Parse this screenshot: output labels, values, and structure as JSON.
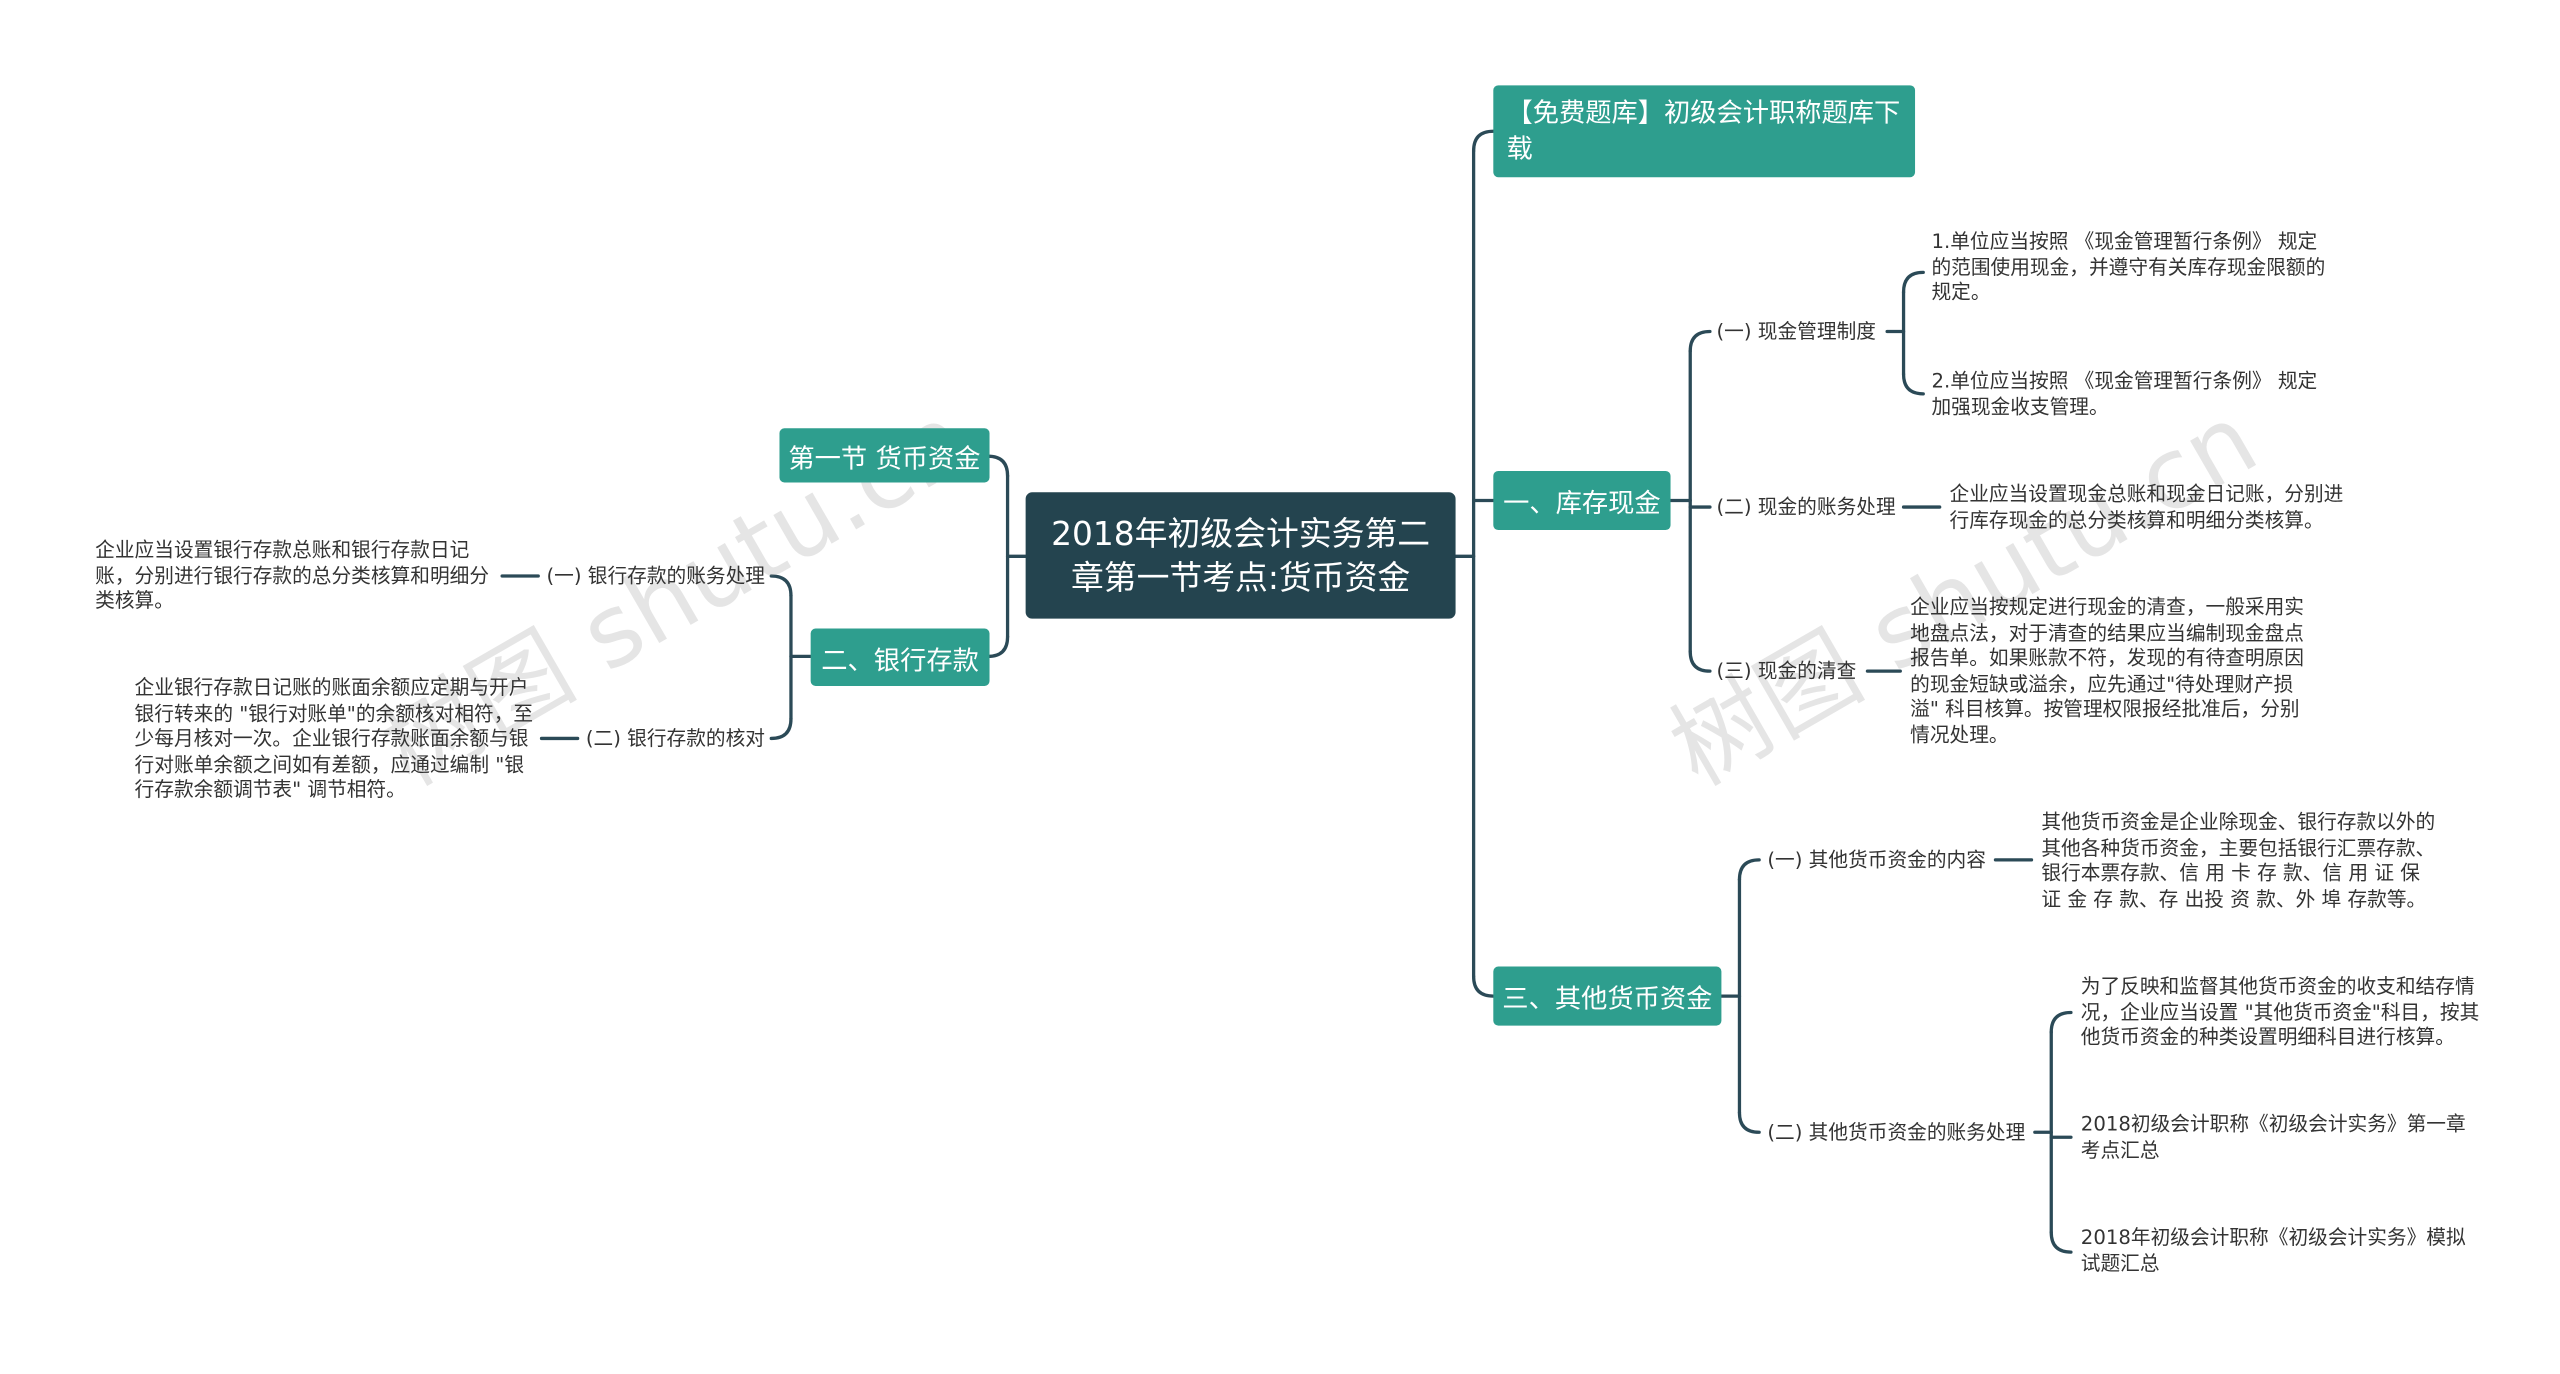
{
  "root": {
    "title": "2018年初级会计实务第二章第一节考点:货币资金"
  },
  "left": {
    "section": {
      "label": "第一节 货币资金"
    },
    "bank": {
      "label": "二、银行存款",
      "items": [
        {
          "label": "(一) 银行存款的账务处理",
          "leaf": "企业应当设置银行存款总账和银行存款日记账，分别进行银行存款的总分类核算和明细分类核算。"
        },
        {
          "label": "(二) 银行存款的核对",
          "leaf": "企业银行存款日记账的账面余额应定期与开户银行转来的 \"银行对账单\"的余额核对相符，至少每月核对一次。企业银行存款账面余额与银行对账单余额之间如有差额，应通过编制 \"银行存款余额调节表\" 调节相符。"
        }
      ]
    }
  },
  "right": {
    "free": {
      "label": "【免费题库】初级会计职称题库下载"
    },
    "cash": {
      "label": "一、库存现金",
      "items": [
        {
          "label": "(一) 现金管理制度",
          "leaves": [
            "1.单位应当按照 《现金管理暂行条例》 规定的范围使用现金，并遵守有关库存现金限额的规定。",
            "2.单位应当按照 《现金管理暂行条例》 规定加强现金收支管理。"
          ]
        },
        {
          "label": "(二) 现金的账务处理",
          "leaves": [
            "企业应当设置现金总账和现金日记账，分别进行库存现金的总分类核算和明细分类核算。"
          ]
        },
        {
          "label": "(三) 现金的清查",
          "leaves": [
            "企业应当按规定进行现金的清查，一般采用实地盘点法，对于清查的结果应当编制现金盘点报告单。如果账款不符，发现的有待查明原因的现金短缺或溢余，应先通过\"待处理财产损溢\" 科目核算。按管理权限报经批准后，分别情况处理。"
          ]
        }
      ]
    },
    "other": {
      "label": "三、其他货币资金",
      "items": [
        {
          "label": "(一) 其他货币资金的内容",
          "leaves": [
            "其他货币资金是企业除现金、银行存款以外的其他各种货币资金，主要包括银行汇票存款、银行本票存款、信 用 卡 存 款、信 用 证 保 证 金 存 款、存 出投 资 款、外 埠 存款等。"
          ]
        },
        {
          "label": "(二) 其他货币资金的账务处理",
          "leaves": [
            "为了反映和监督其他货币资金的收支和结存情况，企业应当设置 \"其他货币资金\"科目，按其他货币资金的种类设置明细科目进行核算。",
            "2018初级会计职称《初级会计实务》第一章考点汇总",
            "2018年初级会计职称《初级会计实务》模拟试题汇总"
          ]
        }
      ]
    }
  },
  "watermark": "树图 shutu.cn"
}
